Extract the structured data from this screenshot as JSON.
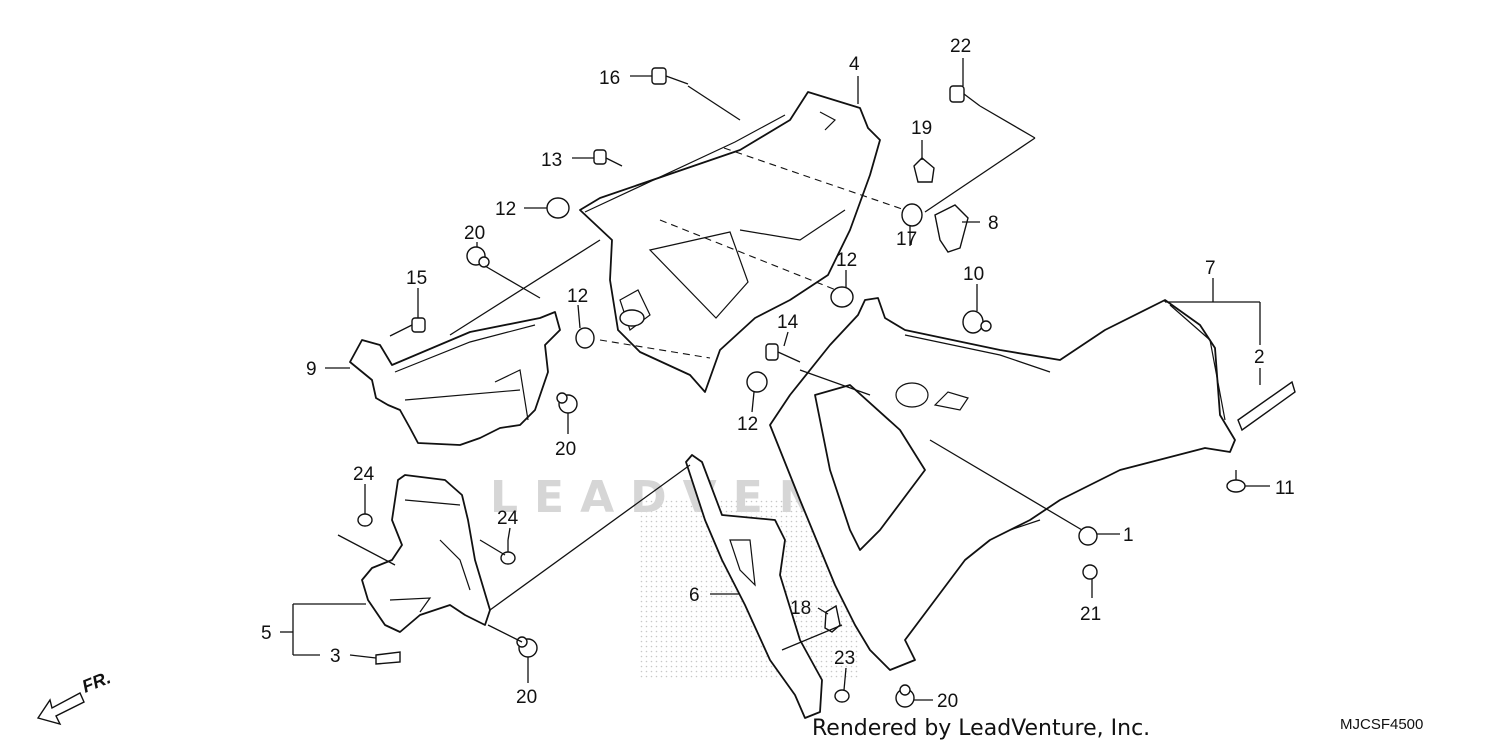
{
  "diagram": {
    "watermark": "LEADVENTURE",
    "credit": "Rendered by LeadVenture, Inc.",
    "diagram_code": "MJCSF4500",
    "direction_label": "FR.",
    "callouts": [
      {
        "id": "c1",
        "label": "1"
      },
      {
        "id": "c2",
        "label": "2"
      },
      {
        "id": "c3",
        "label": "3"
      },
      {
        "id": "c4",
        "label": "4"
      },
      {
        "id": "c5",
        "label": "5"
      },
      {
        "id": "c6",
        "label": "6"
      },
      {
        "id": "c7",
        "label": "7"
      },
      {
        "id": "c8",
        "label": "8"
      },
      {
        "id": "c9",
        "label": "9"
      },
      {
        "id": "c10",
        "label": "10"
      },
      {
        "id": "c11",
        "label": "11"
      },
      {
        "id": "c12a",
        "label": "12"
      },
      {
        "id": "c12b",
        "label": "12"
      },
      {
        "id": "c12c",
        "label": "12"
      },
      {
        "id": "c12d",
        "label": "12"
      },
      {
        "id": "c13",
        "label": "13"
      },
      {
        "id": "c14",
        "label": "14"
      },
      {
        "id": "c15",
        "label": "15"
      },
      {
        "id": "c16",
        "label": "16"
      },
      {
        "id": "c17",
        "label": "17"
      },
      {
        "id": "c18",
        "label": "18"
      },
      {
        "id": "c19",
        "label": "19"
      },
      {
        "id": "c20a",
        "label": "20"
      },
      {
        "id": "c20b",
        "label": "20"
      },
      {
        "id": "c20c",
        "label": "20"
      },
      {
        "id": "c20d",
        "label": "20"
      },
      {
        "id": "c21",
        "label": "21"
      },
      {
        "id": "c22",
        "label": "22"
      },
      {
        "id": "c23",
        "label": "23"
      },
      {
        "id": "c24a",
        "label": "24"
      },
      {
        "id": "c24b",
        "label": "24"
      }
    ]
  }
}
